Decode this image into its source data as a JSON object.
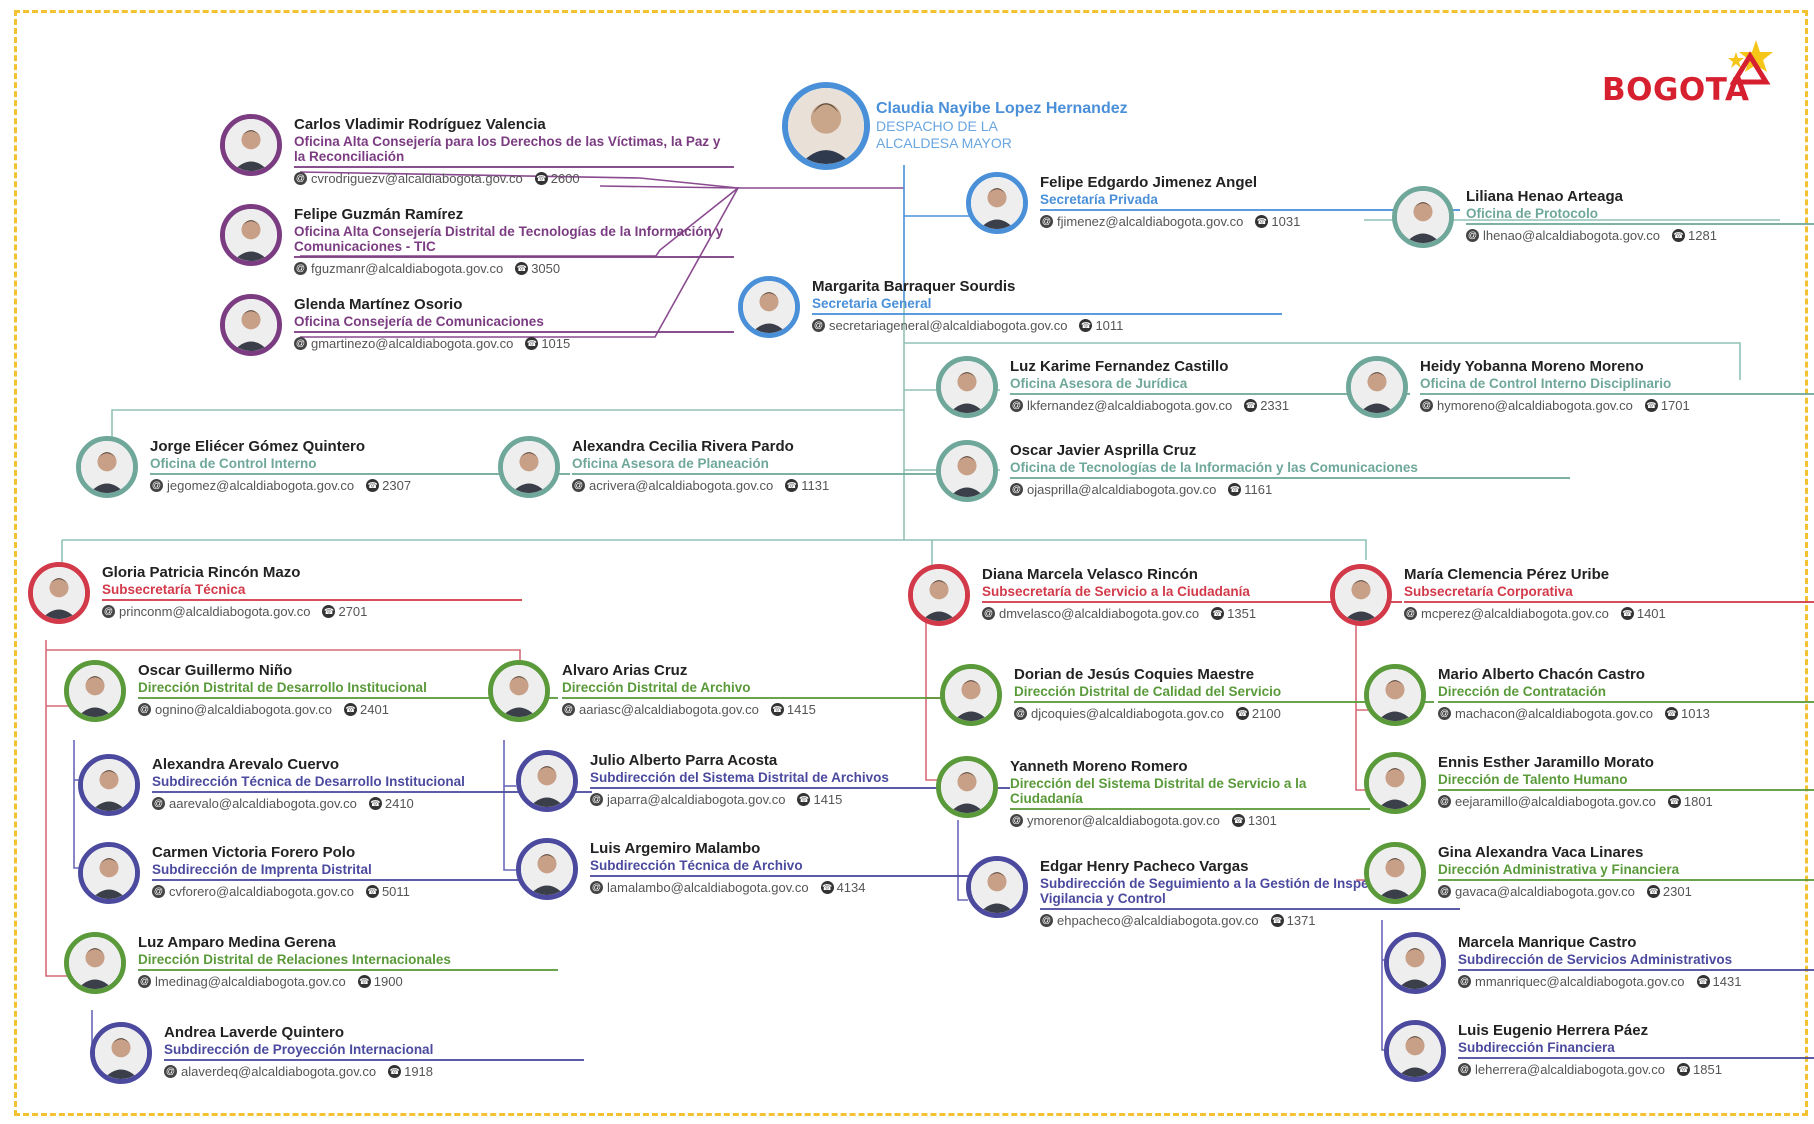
{
  "brand": {
    "logo_text": "BOGOTA"
  },
  "colors": {
    "blue": "#4a90d9",
    "purple": "#7b3c82",
    "teal": "#6fa89a",
    "red": "#d23a4a",
    "green": "#5a9a3a",
    "indigo": "#4b4a9e",
    "frame": "#f2c230"
  },
  "mayor": {
    "name": "Claudia Nayibe Lopez Hernandez",
    "role_line1": "DESPACHO DE LA",
    "role_line2": "ALCALDESA MAYOR"
  },
  "people": [
    {
      "id": "rodriguez",
      "name": "Carlos Vladimir Rodríguez Valencia",
      "role": "Oficina Alta Consejería para los Derechos de las Víctimas, la Paz y la Reconciliación",
      "email": "cvrodriguezv@alcaldiabogota.gov.co",
      "ext": "2600",
      "color": "purple"
    },
    {
      "id": "guzman",
      "name": "Felipe Guzmán Ramírez",
      "role": "Oficina Alta Consejería Distrital de Tecnologías de la Información y Comunicaciones - TIC",
      "email": "fguzmanr@alcaldiabogota.gov.co",
      "ext": "3050",
      "color": "purple"
    },
    {
      "id": "martinez",
      "name": "Glenda Martínez Osorio",
      "role": "Oficina Consejería de Comunicaciones",
      "email": "gmartinezo@alcaldiabogota.gov.co",
      "ext": "1015",
      "color": "purple"
    },
    {
      "id": "jimenez",
      "name": "Felipe Edgardo Jimenez Angel",
      "role": "Secretaría Privada",
      "email": "fjimenez@alcaldiabogota.gov.co",
      "ext": "1031",
      "color": "blue"
    },
    {
      "id": "henao",
      "name": "Liliana Henao Arteaga",
      "role": "Oficina de Protocolo",
      "email": "lhenao@alcaldiabogota.gov.co",
      "ext": "1281",
      "color": "teal"
    },
    {
      "id": "barraquer",
      "name": "Margarita Barraquer Sourdis",
      "role": "Secretaria General",
      "email": "secretariageneral@alcaldiabogota.gov.co",
      "ext": "1011",
      "color": "blue"
    },
    {
      "id": "fernandez",
      "name": "Luz Karime Fernandez Castillo",
      "role": "Oficina Asesora de Jurídica",
      "email": "lkfernandez@alcaldiabogota.gov.co",
      "ext": "2331",
      "color": "teal"
    },
    {
      "id": "moreno",
      "name": "Heidy Yobanna Moreno Moreno",
      "role": "Oficina de Control Interno Disciplinario",
      "email": "hymoreno@alcaldiabogota.gov.co",
      "ext": "1701",
      "color": "teal"
    },
    {
      "id": "gomez",
      "name": "Jorge Eliécer Gómez Quintero",
      "role": "Oficina de Control Interno",
      "email": "jegomez@alcaldiabogota.gov.co",
      "ext": "2307",
      "color": "teal"
    },
    {
      "id": "rivera",
      "name": "Alexandra Cecilia Rivera Pardo",
      "role": "Oficina Asesora de Planeación",
      "email": "acrivera@alcaldiabogota.gov.co",
      "ext": "1131",
      "color": "teal"
    },
    {
      "id": "asprilla",
      "name": "Oscar Javier Asprilla Cruz",
      "role": "Oficina de Tecnologías de la Información y las Comunicaciones",
      "email": "ojasprilla@alcaldiabogota.gov.co",
      "ext": "1161",
      "color": "teal"
    },
    {
      "id": "rincon",
      "name": "Gloria Patricia Rincón Mazo",
      "role": "Subsecretaría Técnica",
      "email": "princonm@alcaldiabogota.gov.co",
      "ext": "2701",
      "color": "red"
    },
    {
      "id": "velasco",
      "name": "Diana Marcela Velasco Rincón",
      "role": "Subsecretaría de Servicio a la Ciudadanía",
      "email": "dmvelasco@alcaldiabogota.gov.co",
      "ext": "1351",
      "color": "red"
    },
    {
      "id": "perez",
      "name": "María Clemencia Pérez Uribe",
      "role": "Subsecretaría Corporativa",
      "email": "mcperez@alcaldiabogota.gov.co",
      "ext": "1401",
      "color": "red"
    },
    {
      "id": "nino",
      "name": "Oscar Guillermo Niño",
      "role": "Dirección Distrital de Desarrollo Institucional",
      "email": "ognino@alcaldiabogota.gov.co",
      "ext": "2401",
      "color": "green"
    },
    {
      "id": "arevalo",
      "name": "Alexandra Arevalo Cuervo",
      "role": "Subdirección Técnica de Desarrollo Institucional",
      "email": "aarevalo@alcaldiabogota.gov.co",
      "ext": "2410",
      "color": "indigo"
    },
    {
      "id": "forero",
      "name": "Carmen Victoria Forero Polo",
      "role": "Subdirección de Imprenta Distrital",
      "email": "cvforero@alcaldiabogota.gov.co",
      "ext": "5011",
      "color": "indigo"
    },
    {
      "id": "medina",
      "name": "Luz Amparo Medina Gerena",
      "role": "Dirección Distrital de Relaciones Internacionales",
      "email": "lmedinag@alcaldiabogota.gov.co",
      "ext": "1900",
      "color": "green"
    },
    {
      "id": "laverde",
      "name": "Andrea Laverde Quintero",
      "role": "Subdirección de Proyección Internacional",
      "email": "alaverdeq@alcaldiabogota.gov.co",
      "ext": "1918",
      "color": "indigo"
    },
    {
      "id": "arias",
      "name": "Alvaro Arias Cruz",
      "role": "Dirección Distrital de Archivo",
      "email": "aariasc@alcaldiabogota.gov.co",
      "ext": "1415",
      "color": "green"
    },
    {
      "id": "parra",
      "name": "Julio Alberto Parra Acosta",
      "role": "Subdirección del Sistema Distrital de Archivos",
      "email": "japarra@alcaldiabogota.gov.co",
      "ext": "1415",
      "color": "indigo"
    },
    {
      "id": "malambo",
      "name": "Luis Argemiro Malambo",
      "role": "Subdirección Técnica de Archivo",
      "email": "lamalambo@alcaldiabogota.gov.co",
      "ext": "4134",
      "color": "indigo"
    },
    {
      "id": "coquies",
      "name": "Dorian de Jesús Coquies Maestre",
      "role": "Dirección Distrital de Calidad del Servicio",
      "email": "djcoquies@alcaldiabogota.gov.co",
      "ext": "2100",
      "color": "green"
    },
    {
      "id": "yanneth",
      "name": "Yanneth Moreno Romero",
      "role": "Dirección del Sistema Distrital de Servicio a la Ciudadanía",
      "email": "ymorenor@alcaldiabogota.gov.co",
      "ext": "1301",
      "color": "green"
    },
    {
      "id": "pacheco",
      "name": "Edgar Henry Pacheco Vargas",
      "role": "Subdirección de Seguimiento a la Gestión de Inspección, Vigilancia y Control",
      "email": "ehpacheco@alcaldiabogota.gov.co",
      "ext": "1371",
      "color": "indigo"
    },
    {
      "id": "chacon",
      "name": "Mario Alberto Chacón Castro",
      "role": "Dirección de Contratación",
      "email": "machacon@alcaldiabogota.gov.co",
      "ext": "1013",
      "color": "green"
    },
    {
      "id": "jaramillo",
      "name": "Ennis Esther Jaramillo Morato",
      "role": "Dirección de Talento Humano",
      "email": "eejaramillo@alcaldiabogota.gov.co",
      "ext": "1801",
      "color": "green"
    },
    {
      "id": "vaca",
      "name": "Gina Alexandra Vaca Linares",
      "role": "Dirección Administrativa y Financiera",
      "email": "gavaca@alcaldiabogota.gov.co",
      "ext": "2301",
      "color": "green"
    },
    {
      "id": "manrique",
      "name": "Marcela Manrique Castro",
      "role": "Subdirección de Servicios Administrativos",
      "email": "mmanriquec@alcaldiabogota.gov.co",
      "ext": "1431",
      "color": "indigo"
    },
    {
      "id": "herrera",
      "name": "Luis Eugenio Herrera Páez",
      "role": "Subdirección Financiera",
      "email": "leherrera@alcaldiabogota.gov.co",
      "ext": "1851",
      "color": "indigo"
    }
  ]
}
